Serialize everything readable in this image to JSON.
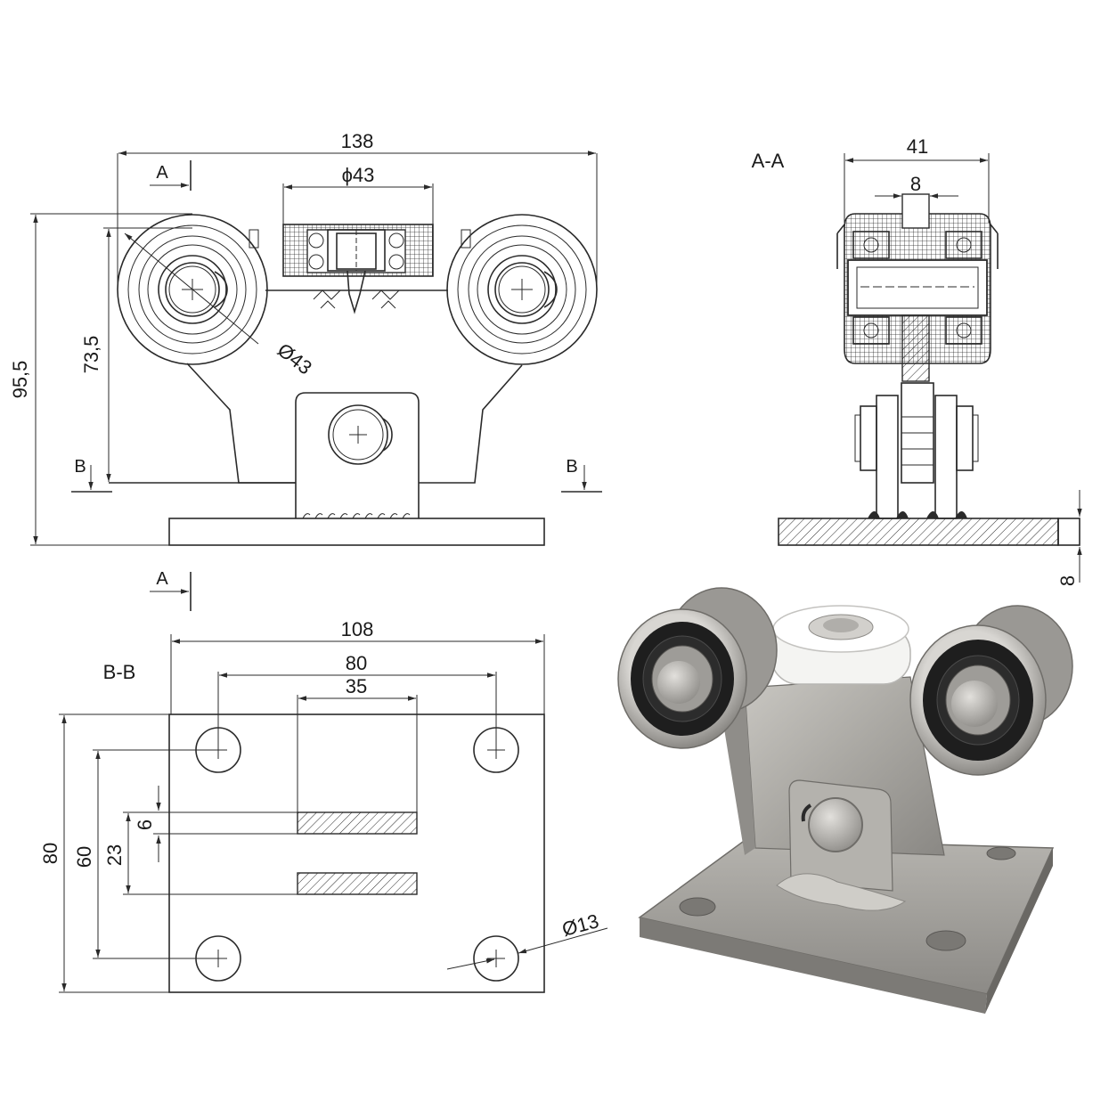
{
  "front_view": {
    "overall_width": "138",
    "guide_roller_diameter": "ϕ43",
    "wheel_diameter": "Ø43",
    "overall_height": "95,5",
    "axle_height": "73,5",
    "section_a_top": "A",
    "section_a_bottom": "A",
    "section_b_left": "B",
    "section_b_right": "B"
  },
  "section_aa": {
    "title": "A-A",
    "width": "41",
    "web_thickness": "8",
    "plate_thickness": "8"
  },
  "section_bb": {
    "title": "B-B",
    "plate_width": "108",
    "hole_spacing_x": "80",
    "weld_length": "35",
    "plate_depth": "80",
    "hole_spacing_y": "60",
    "weld_offset": "23",
    "weld_width": "6",
    "hole_diameter": "Ø13"
  },
  "colors": {
    "line": "#2a2a2a",
    "steel": "#a9a7a2",
    "steel_dark": "#6f6d69",
    "bearing_black": "#1e1e1e",
    "nylon_white": "#f4f4f2"
  },
  "icons": {
    "photo": "product-photo-roller-carriage"
  }
}
